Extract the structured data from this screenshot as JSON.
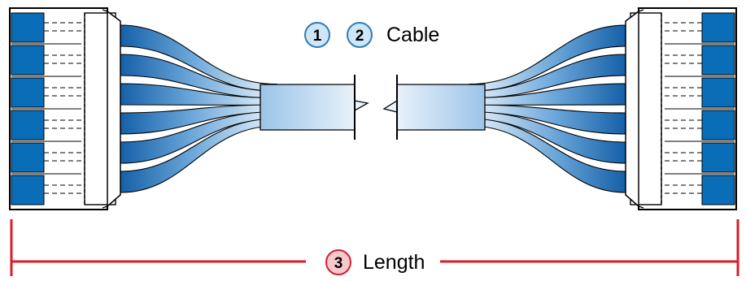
{
  "cable_label": {
    "callouts": [
      "1",
      "2"
    ],
    "text": "Cable"
  },
  "length_label": {
    "callout": "3",
    "text": "Length"
  },
  "colors": {
    "connector_blue": "#0a6db8",
    "cable_dark_blue": "#1560a8",
    "cable_light_blue": "#e6f1fb",
    "callout_blue_fill": "#cfe6f7",
    "callout_blue_stroke": "#2a7cc0",
    "callout_red_fill": "#f7c9cc",
    "callout_red_stroke": "#d0202e",
    "dimension_red": "#d61f2c",
    "outline": "#000000"
  },
  "connector_port_count": 6
}
